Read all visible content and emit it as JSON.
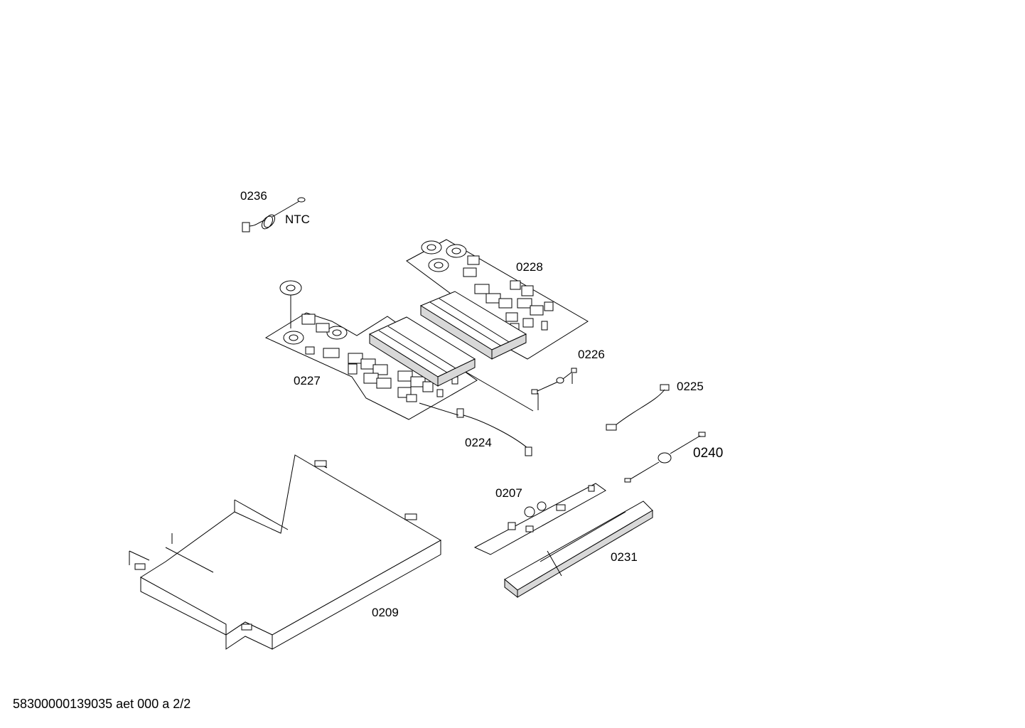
{
  "parts": [
    {
      "id": "p0236",
      "label": "0236"
    },
    {
      "id": "ntc",
      "label": "NTC"
    },
    {
      "id": "p0228",
      "label": "0228"
    },
    {
      "id": "p0226",
      "label": "0226"
    },
    {
      "id": "p0227",
      "label": "0227"
    },
    {
      "id": "p0225",
      "label": "0225"
    },
    {
      "id": "p0224",
      "label": "0224"
    },
    {
      "id": "p0240",
      "label": "0240"
    },
    {
      "id": "p0207",
      "label": "0207"
    },
    {
      "id": "p0231",
      "label": "0231"
    },
    {
      "id": "p0209",
      "label": "0209"
    }
  ],
  "footer": "58300000139035 aet 000 a 2/2"
}
